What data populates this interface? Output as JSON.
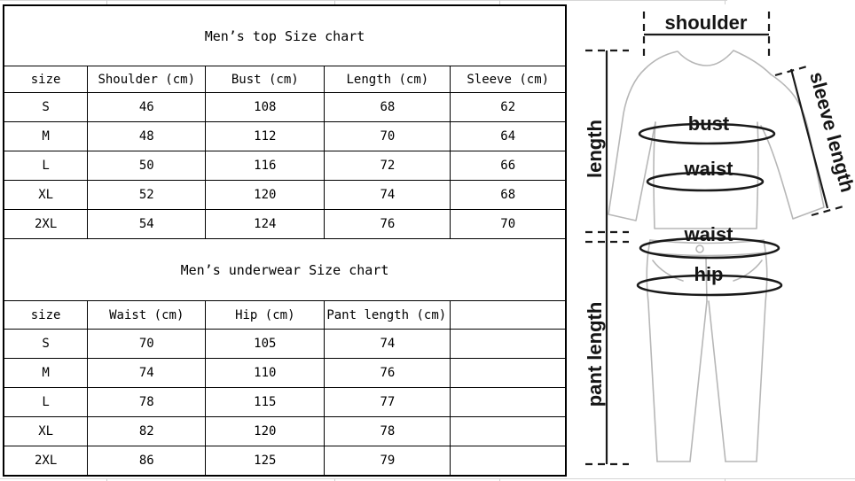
{
  "top_table": {
    "title": "Men’s top Size chart",
    "columns": [
      "size",
      "Shoulder (cm)",
      "Bust (cm)",
      "Length (cm)",
      "Sleeve (cm)"
    ],
    "rows": [
      [
        "S",
        "46",
        "108",
        "68",
        "62"
      ],
      [
        "M",
        "48",
        "112",
        "70",
        "64"
      ],
      [
        "L",
        "50",
        "116",
        "72",
        "66"
      ],
      [
        "XL",
        "52",
        "120",
        "74",
        "68"
      ],
      [
        "2XL",
        "54",
        "124",
        "76",
        "70"
      ]
    ]
  },
  "bottom_table": {
    "title": "Men’s underwear Size chart",
    "columns": [
      "size",
      "Waist (cm)",
      "Hip (cm)",
      "Pant length (cm)",
      ""
    ],
    "rows": [
      [
        "S",
        "70",
        "105",
        "74",
        ""
      ],
      [
        "M",
        "74",
        "110",
        "76",
        ""
      ],
      [
        "L",
        "78",
        "115",
        "77",
        ""
      ],
      [
        "XL",
        "82",
        "120",
        "78",
        ""
      ],
      [
        "2XL",
        "86",
        "125",
        "79",
        ""
      ]
    ]
  },
  "diagram": {
    "labels": {
      "shoulder": "shoulder",
      "length": "length",
      "bust": "bust",
      "waist_top": "waist",
      "sleeve_length": "sleeve length",
      "waist_bottom": "waist",
      "hip": "hip",
      "pant_length": "pant length"
    },
    "colors": {
      "garment_outline": "#b7b7b7",
      "measure_ink": "#1a1a1a",
      "table_border": "#000000",
      "grid_faint": "#cccccc"
    }
  }
}
